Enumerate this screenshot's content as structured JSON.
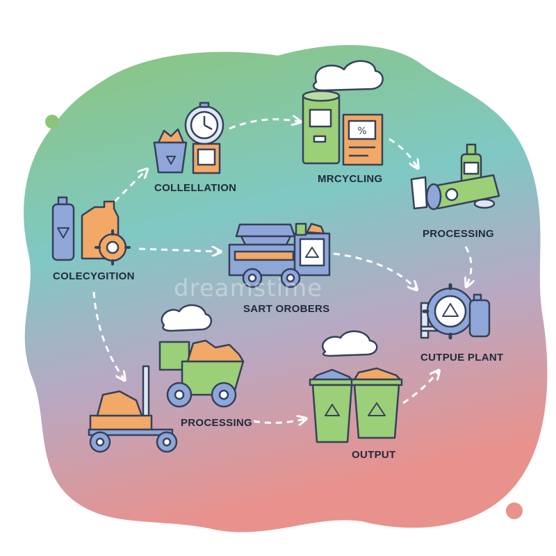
{
  "labels": {
    "collellation": "COLLELLATION",
    "mrcycling": "MRCYCLING",
    "processing_top": "PROCESSING",
    "colecygition": "COLECYGITION",
    "sart_orobers": "SART OROBERS",
    "cutpue_plant": "CUTPUE PLANT",
    "processing_bottom": "PROCESSING",
    "output": "OUTPUT"
  },
  "watermark": "dreamstime",
  "colors": {
    "blob_top": "#8cc57a",
    "blob_mid": "#7fc8c4",
    "blob_bottom": "#e9918c",
    "outline": "#34405a",
    "orange": "#f2a866",
    "blue": "#8fa6d8",
    "green": "#9bcf78",
    "arrow": "#ffffff"
  }
}
